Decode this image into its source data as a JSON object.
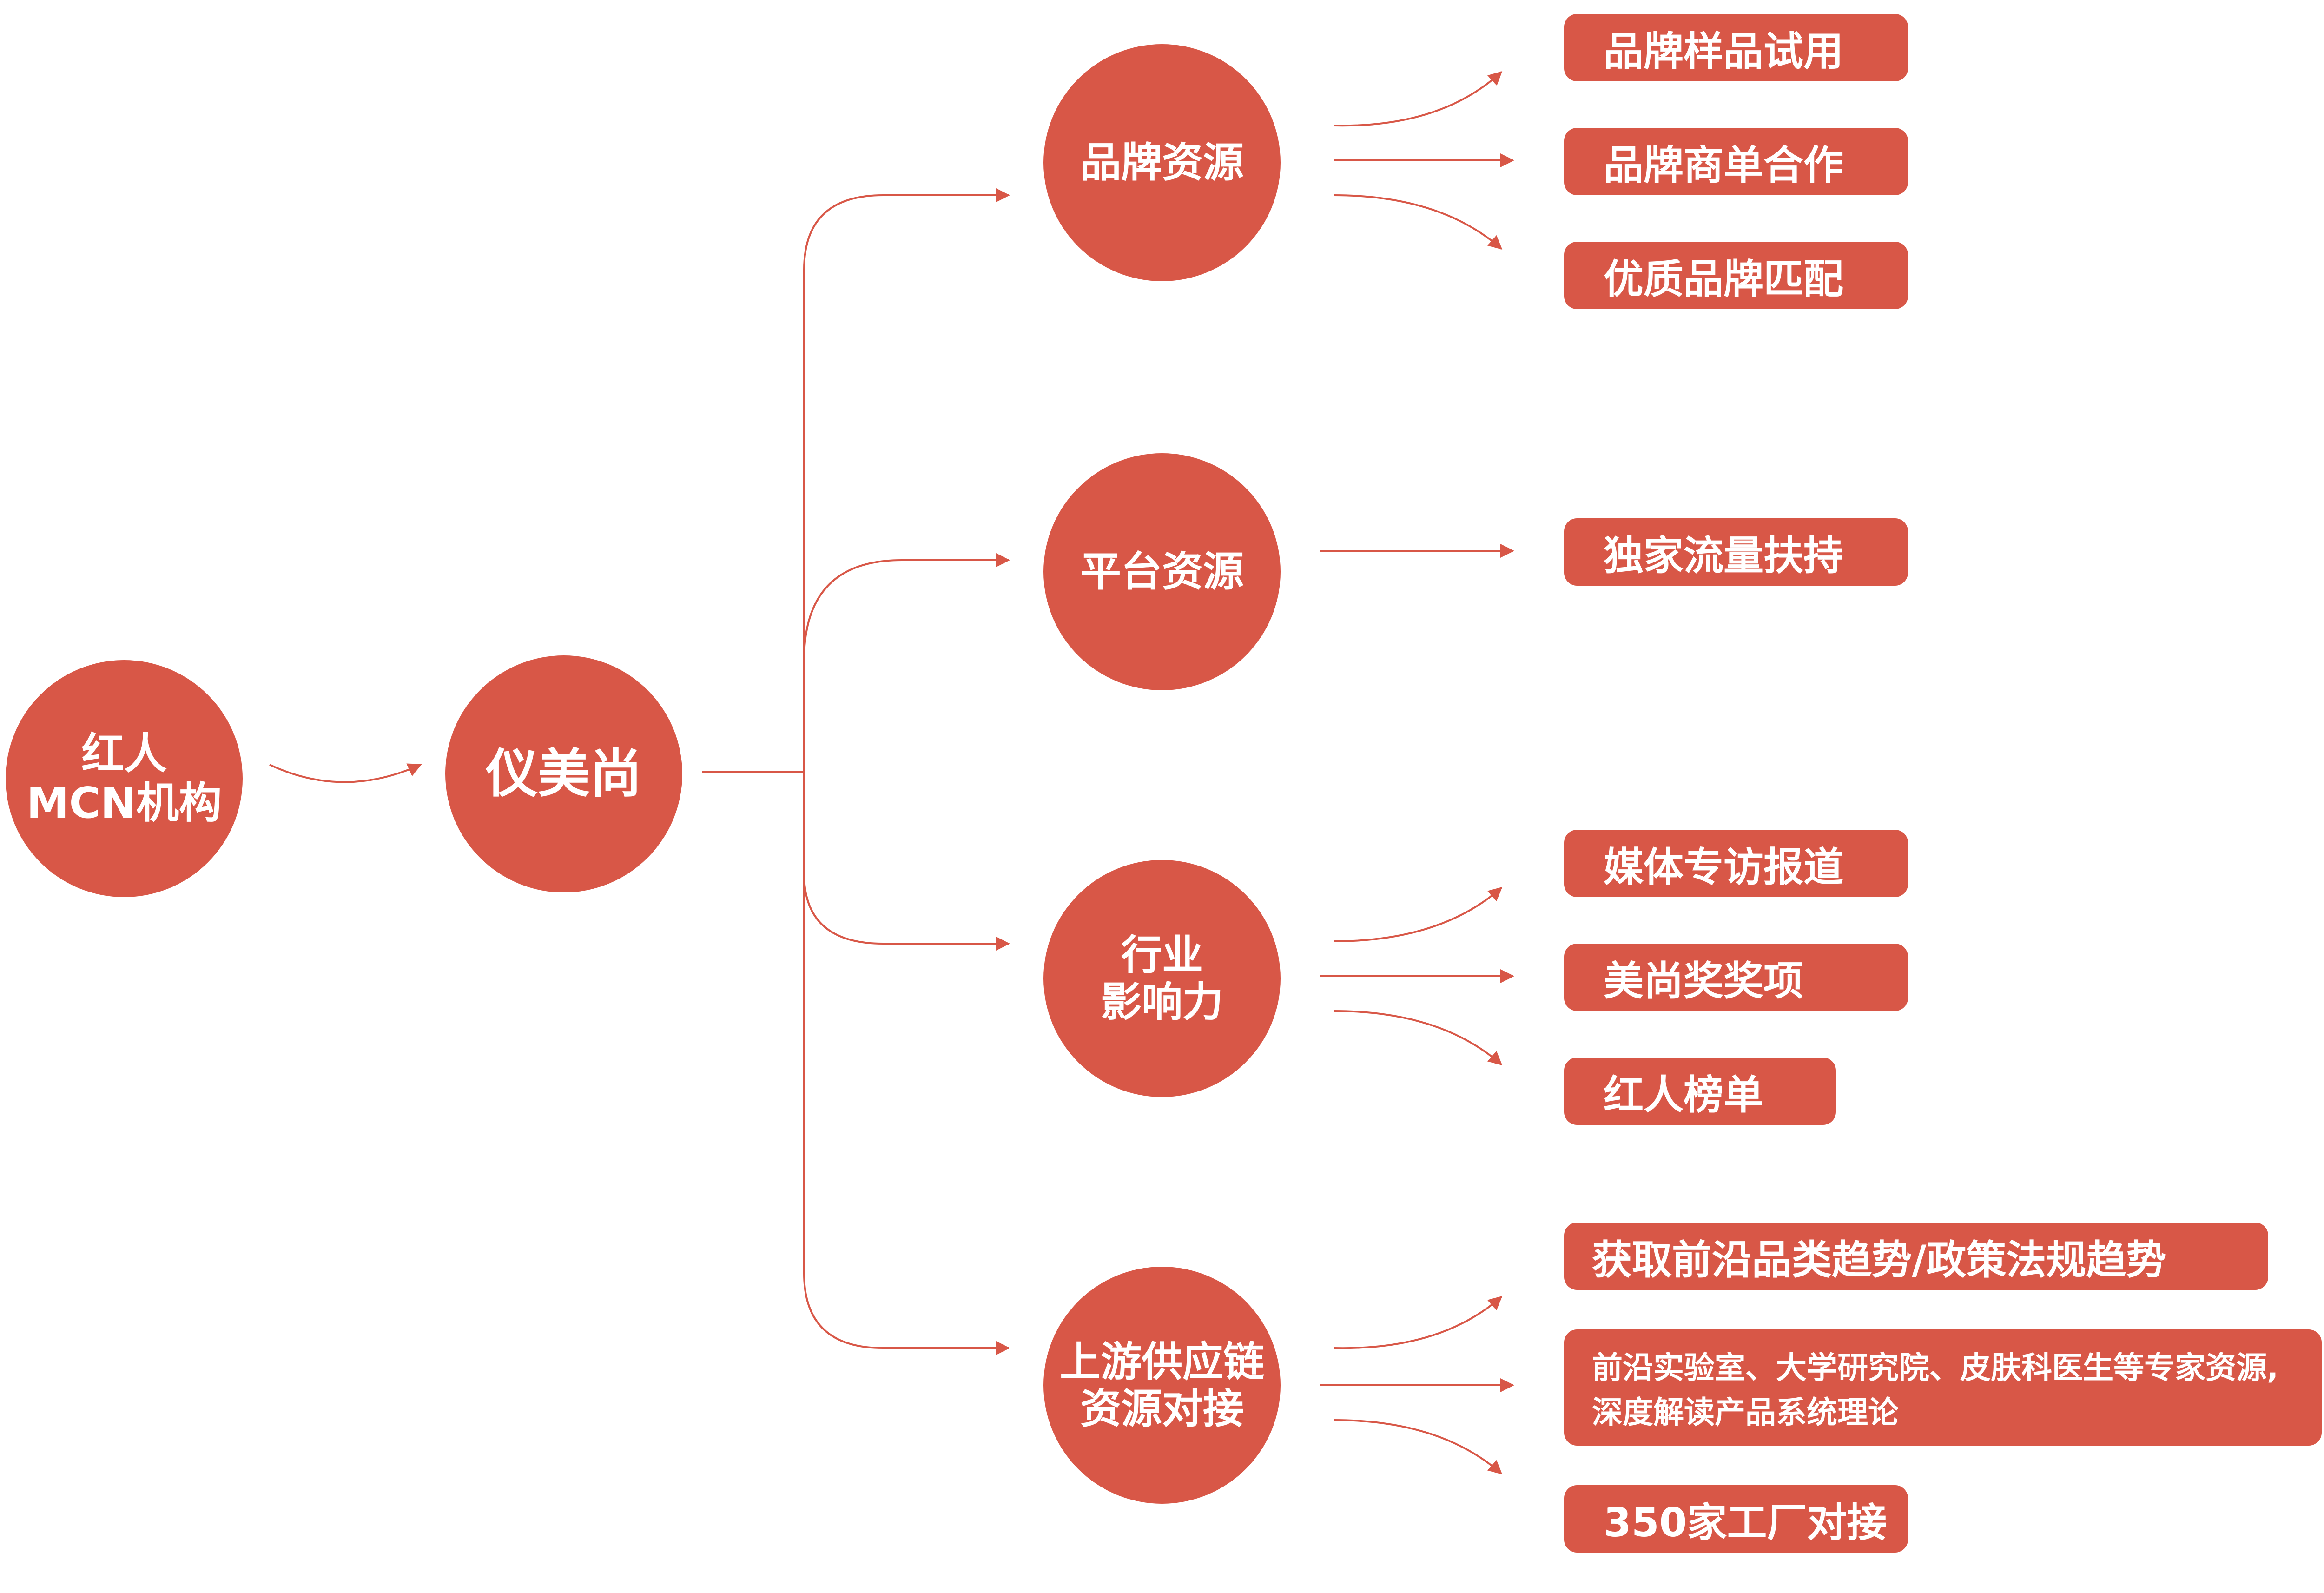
{
  "colors": {
    "accent": "#d85747",
    "line": "#d85747",
    "background": "#ffffff"
  },
  "mcn": {
    "line1": "红人",
    "line2": "MCN机构"
  },
  "center": {
    "label": "仪美尚"
  },
  "brand": {
    "label": "品牌资源",
    "items": [
      "品牌样品试用",
      "品牌商单合作",
      "优质品牌匹配"
    ]
  },
  "platform": {
    "label": "平台资源",
    "items": [
      "独家流量扶持"
    ]
  },
  "industry": {
    "line1": "行业",
    "line2": "影响力",
    "items": [
      "媒体专访报道",
      "美尚奖奖项",
      "红人榜单"
    ]
  },
  "supply": {
    "line1": "上游供应链",
    "line2": "资源对接",
    "item1": "获取前沿品类趋势/政策法规趋势",
    "item2_line1": "前沿实验室、大学研究院、皮肤科医生等专家资源,",
    "item2_line2": "深度解读产品系统理论",
    "item3": "350家工厂对接"
  }
}
